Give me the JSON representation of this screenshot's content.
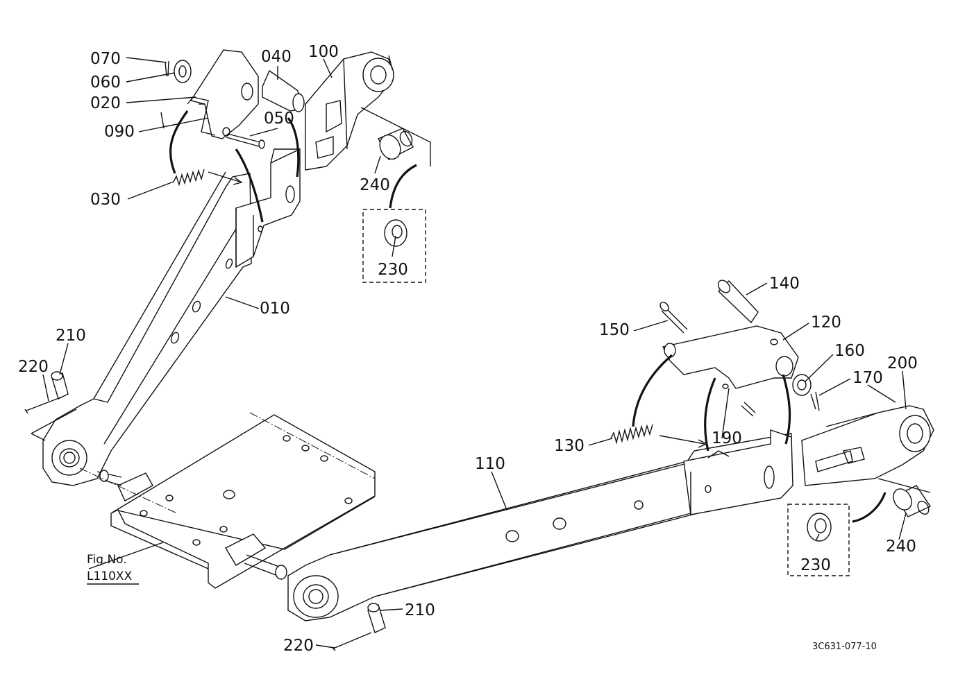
{
  "figure": {
    "fig_label": "Fig.No.",
    "fig_number": "L110XX",
    "drawing_code": "3C631-077-10"
  },
  "callouts": {
    "c070": "070",
    "c060": "060",
    "c020": "020",
    "c090": "090",
    "c030": "030",
    "c040": "040",
    "c050": "050",
    "c100": "100",
    "c240a": "240",
    "c230a": "230",
    "c010": "010",
    "c210a": "210",
    "c220a": "220",
    "c140": "140",
    "c150": "150",
    "c120": "120",
    "c160": "160",
    "c170": "170",
    "c200": "200",
    "c190": "190",
    "c130": "130",
    "c110": "110",
    "c230b": "230",
    "c240b": "240",
    "c210b": "210",
    "c220b": "220"
  }
}
